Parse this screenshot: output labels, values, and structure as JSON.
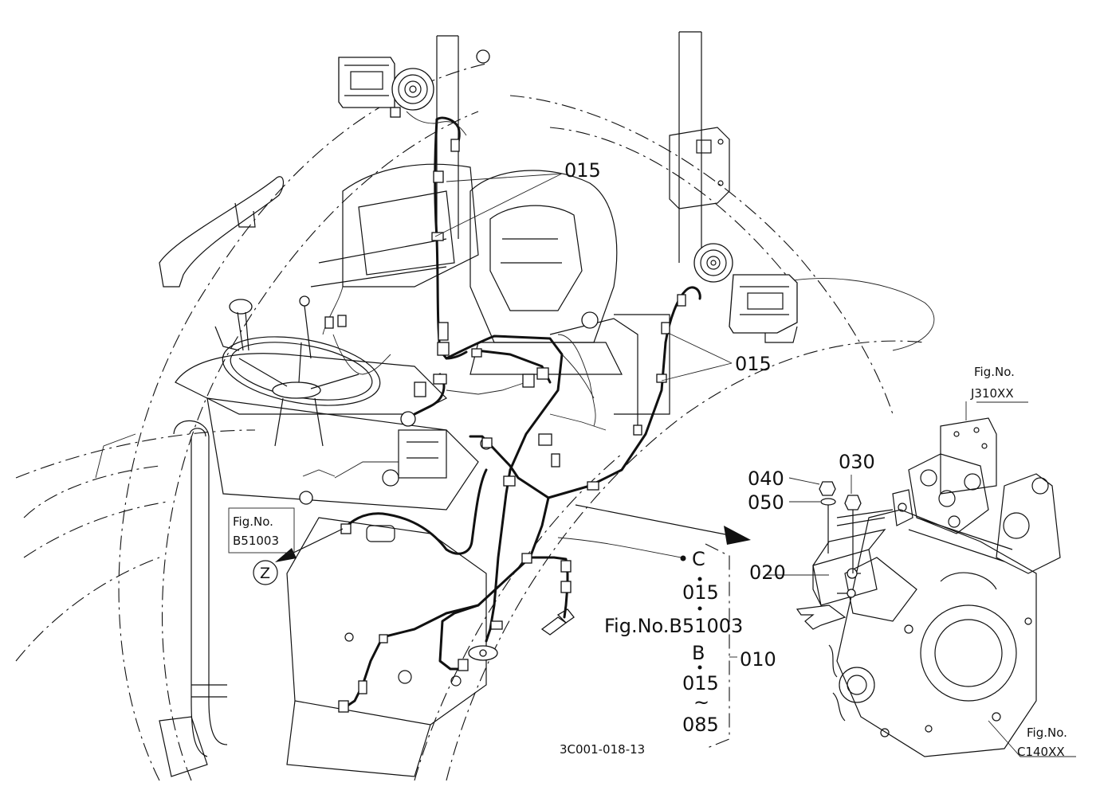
{
  "labels": {
    "p015_top": "015",
    "p015_right": "015",
    "fig_j310_line1": "Fig.No.",
    "fig_j310_line2": "J310XX",
    "p030": "030",
    "p040": "040",
    "p050": "050",
    "p020": "020",
    "fig_b51003_line1": "Fig.No.",
    "fig_b51003_line2": "B51003",
    "z_marker": "Z",
    "c_marker": "C",
    "c_015": "015",
    "fig_b51003_inline": "Fig.No.B51003",
    "b_marker": "B",
    "b_015": "015",
    "tilde": "~",
    "b_085": "085",
    "p010": "010",
    "fig_c140_line1": "Fig.No.",
    "fig_c140_line2": "C140XX",
    "drawing_code": "3C001-018-13"
  }
}
